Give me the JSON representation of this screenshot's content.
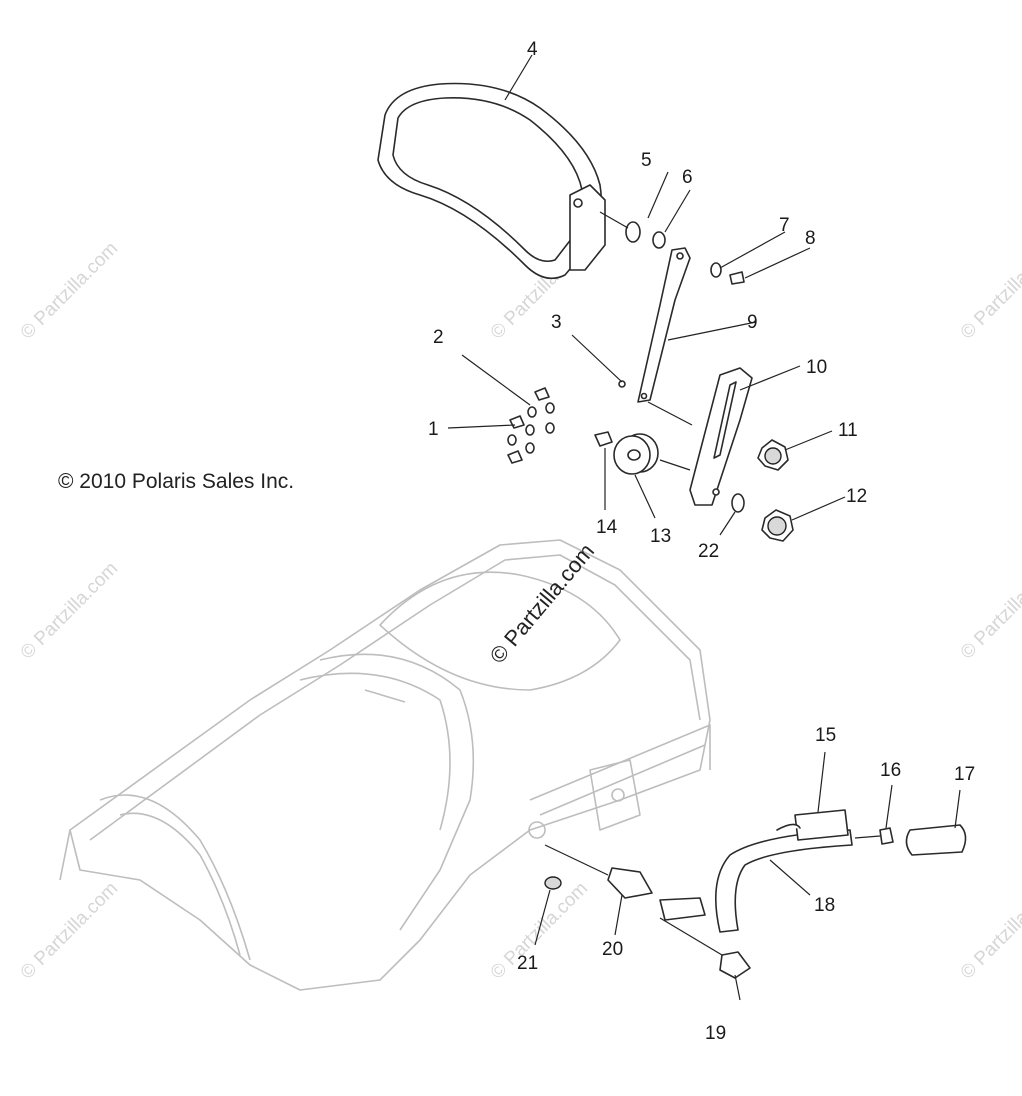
{
  "copyright": "© 2010 Polaris Sales Inc.",
  "watermark_center": "© Partzilla.com",
  "watermark_corner": "© Partzilla.com",
  "callouts": [
    "1",
    "2",
    "3",
    "4",
    "5",
    "6",
    "7",
    "8",
    "9",
    "10",
    "11",
    "12",
    "13",
    "14",
    "15",
    "16",
    "17",
    "18",
    "19",
    "20",
    "21",
    "22"
  ]
}
